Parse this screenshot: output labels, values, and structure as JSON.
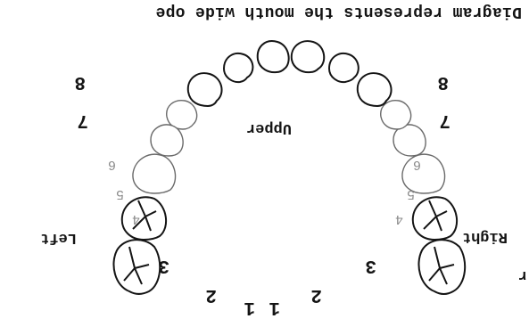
{
  "caption": "Diagram represents the mouth wide ope",
  "region_labels": {
    "upper": "Upper",
    "left": "Left",
    "right": "Right"
  },
  "tooth_numbers": {
    "left": [
      "1",
      "2",
      "3",
      "4",
      "5",
      "6",
      "7",
      "8"
    ],
    "right": [
      "1",
      "2",
      "3",
      "4",
      "5",
      "6",
      "7",
      "8"
    ]
  },
  "edge_mark": "r"
}
